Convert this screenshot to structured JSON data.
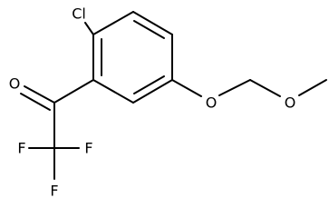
{
  "molecule": {
    "atoms": {
      "cl": "Cl",
      "o_carbonyl": "O",
      "o_aryl_ether": "O",
      "o_methoxy": "O",
      "f_left": "F",
      "f_right": "F",
      "f_bottom": "F"
    }
  },
  "colors": {
    "ink": "#000000",
    "background": "#ffffff"
  }
}
